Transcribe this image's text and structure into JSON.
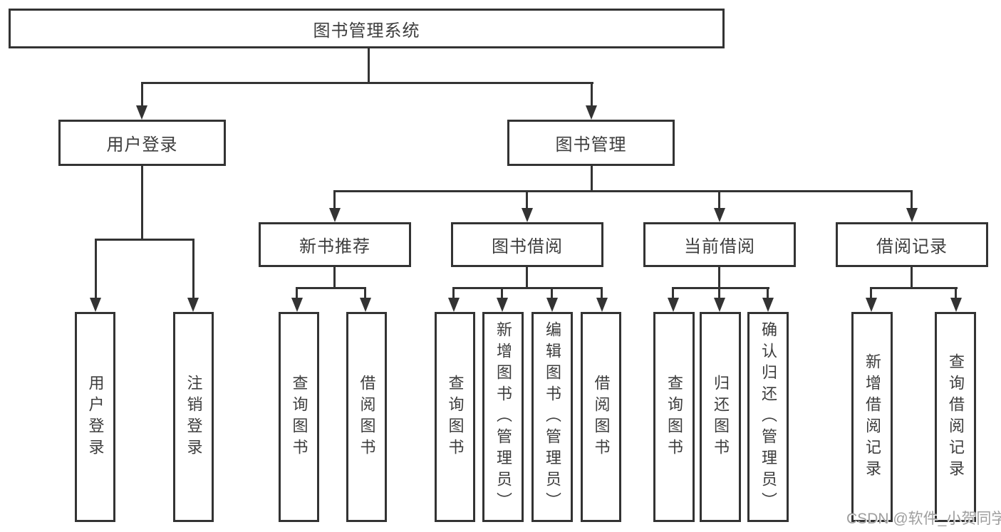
{
  "diagram": {
    "title": "图书管理系统",
    "branches": [
      {
        "label": "用户登录",
        "children": [
          {
            "label": "用户登录"
          },
          {
            "label": "注销登录"
          }
        ]
      },
      {
        "label": "图书管理",
        "children": [
          {
            "label": "新书推荐",
            "children": [
              {
                "label": "查询图书"
              },
              {
                "label": "借阅图书"
              }
            ]
          },
          {
            "label": "图书借阅",
            "children": [
              {
                "label": "查询图书"
              },
              {
                "label": "新增图书（管理员）"
              },
              {
                "label": "编辑图书（管理员）"
              },
              {
                "label": "借阅图书"
              }
            ]
          },
          {
            "label": "当前借阅",
            "children": [
              {
                "label": "查询图书"
              },
              {
                "label": "归还图书"
              },
              {
                "label": "确认归还（管理员）"
              }
            ]
          },
          {
            "label": "借阅记录",
            "children": [
              {
                "label": "新增借阅记录"
              },
              {
                "label": "查询借阅记录"
              }
            ]
          }
        ]
      }
    ]
  },
  "watermark": {
    "text": "CSDN @软件_小贺同学"
  },
  "colors": {
    "line": "#333333",
    "text": "#3d3d3d",
    "background": "#ffffff",
    "watermark": "#9e9e9e"
  }
}
